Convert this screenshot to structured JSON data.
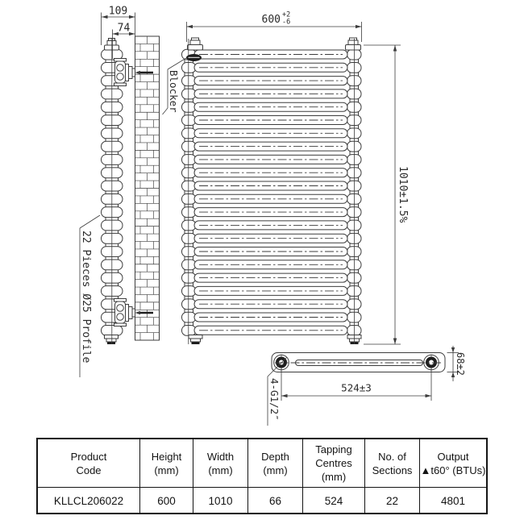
{
  "drawing": {
    "sections": "22",
    "labels": {
      "depth_total": "109",
      "depth_bracket": "74",
      "width": "600",
      "width_tol_up": "+2",
      "width_tol_dn": "-6",
      "height": "1010±1.5%",
      "blocker": "Blocker",
      "profile": "22 Pieces Ø25 Profile",
      "tap_centres": "524±3",
      "plan_depth": "68±2",
      "connections": "4-G1/2″"
    }
  },
  "table": {
    "headers": {
      "product": {
        "l1": "Product",
        "l2": "Code"
      },
      "height": {
        "l1": "Height",
        "l2": "(mm)"
      },
      "width": {
        "l1": "Width",
        "l2": "(mm)"
      },
      "depth": {
        "l1": "Depth",
        "l2": "(mm)"
      },
      "tapping": {
        "l1": "Tapping",
        "l2": "Centres",
        "l3": "(mm)"
      },
      "sections": {
        "l1": "No. of",
        "l2": "Sections"
      },
      "output": {
        "l1": "Output",
        "l2": "▲t60° (BTUs)"
      }
    },
    "row": {
      "product": "KLLCL206022",
      "height": "600",
      "width": "1010",
      "depth": "66",
      "tapping": "524",
      "sections": "22",
      "output": "4801"
    }
  }
}
